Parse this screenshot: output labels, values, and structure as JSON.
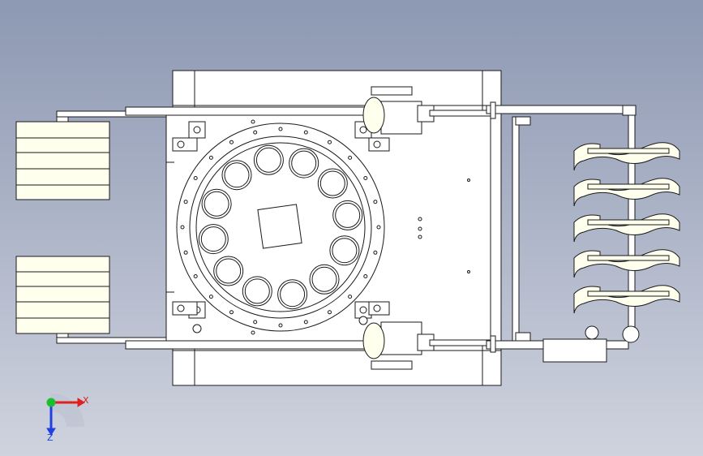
{
  "view": {
    "type": "cad-top-view",
    "background_top": "#8d98b2",
    "background_bottom": "#cfd3de",
    "part_fill": "#ffffff",
    "wheel_fill": "#ffffee",
    "line_color": "#1a1a1a"
  },
  "triad": {
    "x_label": "X",
    "z_label": "Z",
    "x_color": "#e02020",
    "y_color": "#18c030",
    "z_color": "#2040e0"
  },
  "model": {
    "turntable_cups": 12,
    "rear_wheels": 2,
    "front_rake_tines": 5
  }
}
